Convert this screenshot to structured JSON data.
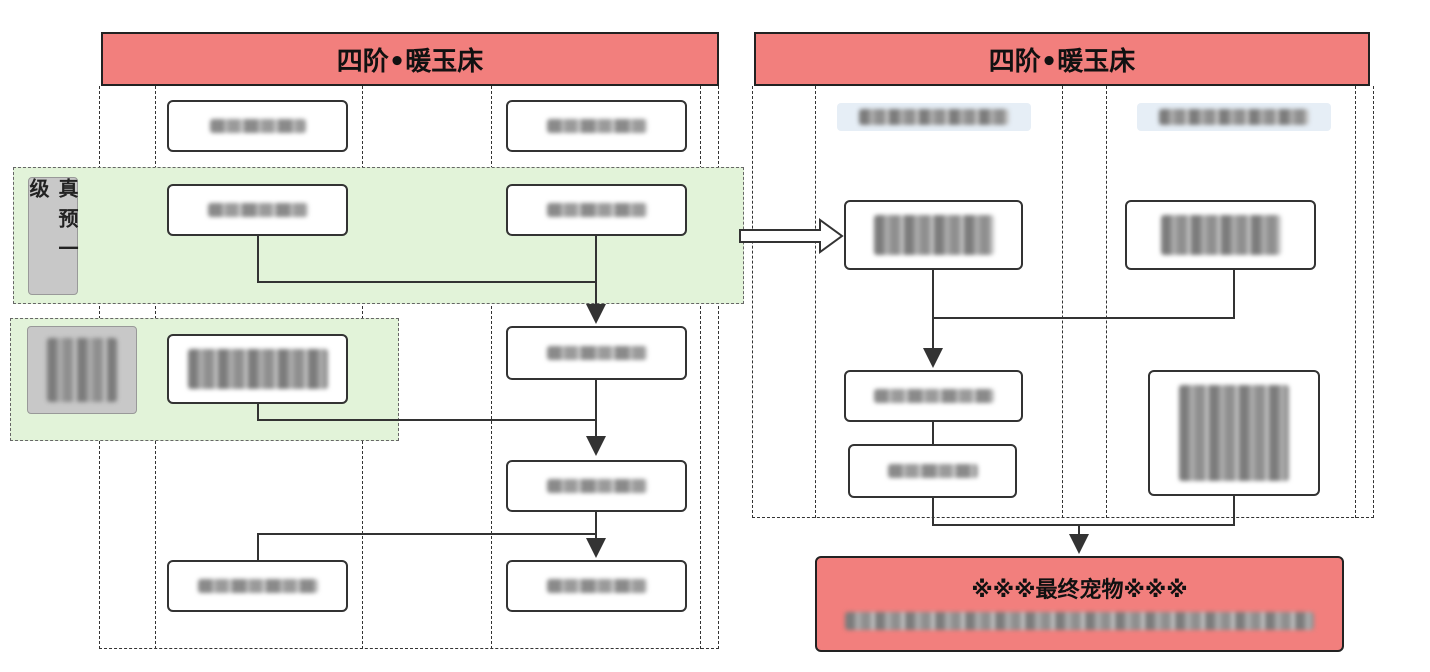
{
  "left_panel": {
    "title": "四阶•暖玉床"
  },
  "right_panel": {
    "title": "四阶•暖玉床"
  },
  "zones": {
    "green_top_tag": "真预一级"
  },
  "final_box": {
    "title": "※※※最终宠物※※※"
  },
  "colors": {
    "title_bg": "#f27f7d",
    "green_zone": "#e2f3d9",
    "border": "#333333"
  }
}
